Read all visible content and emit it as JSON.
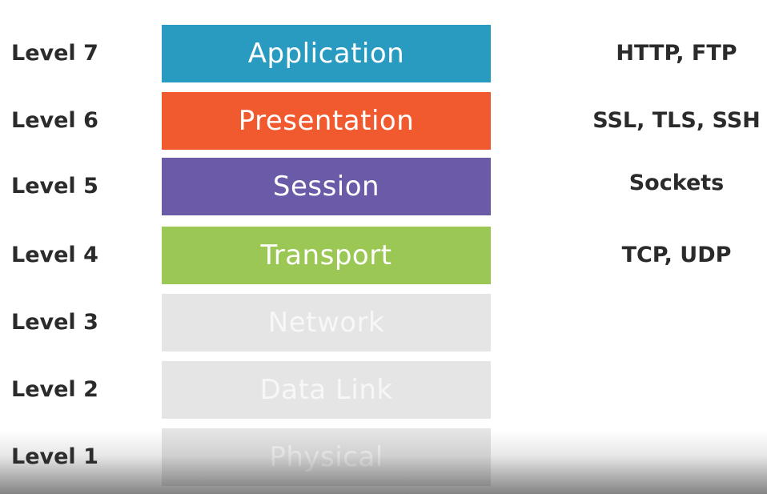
{
  "layers": [
    {
      "level": "Level 7",
      "name": "Application",
      "protocols": "HTTP, FTP",
      "color": "#2a9bc0",
      "text_color": "#ffffff"
    },
    {
      "level": "Level 6",
      "name": "Presentation",
      "protocols": "SSL, TLS, SSH",
      "color": "#f15a2f",
      "text_color": "#ffffff"
    },
    {
      "level": "Level 5",
      "name": "Session",
      "protocols": "Sockets",
      "color": "#6a5aa7",
      "text_color": "#ffffff"
    },
    {
      "level": "Level 4",
      "name": "Transport",
      "protocols": "TCP, UDP",
      "color": "#9bc755",
      "text_color": "#ffffff"
    },
    {
      "level": "Level 3",
      "name": "Network",
      "protocols": "",
      "color": "#e5e5e5",
      "text_color": "#f7f7f7"
    },
    {
      "level": "Level 2",
      "name": "Data Link",
      "protocols": "",
      "color": "#e5e5e5",
      "text_color": "#f7f7f7"
    },
    {
      "level": "Level 1",
      "name": "Physical",
      "protocols": "",
      "color": "#e5e5e5",
      "text_color": "#f7f7f7"
    }
  ]
}
